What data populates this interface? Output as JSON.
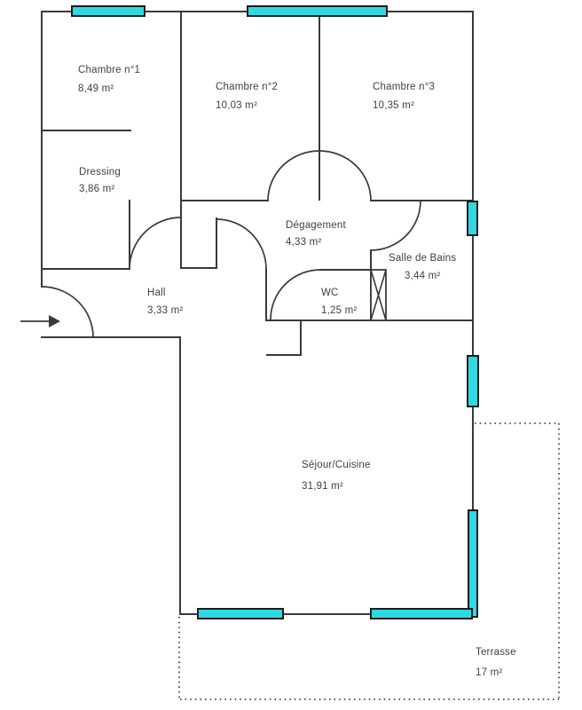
{
  "plan": {
    "type": "apartment-floor-plan",
    "rooms": [
      {
        "key": "chambre1",
        "name": "Chambre n°1",
        "area": "8,49  m²"
      },
      {
        "key": "chambre2",
        "name": "Chambre n°2",
        "area": "10,03  m²"
      },
      {
        "key": "chambre3",
        "name": "Chambre n°3",
        "area": "10,35  m²"
      },
      {
        "key": "dressing",
        "name": "Dressing",
        "area": "3,86  m²"
      },
      {
        "key": "degagement",
        "name": "Dégagement",
        "area": "4,33  m²"
      },
      {
        "key": "salle_de_bains",
        "name": "Salle de Bains",
        "area": "3,44  m²"
      },
      {
        "key": "hall",
        "name": "Hall",
        "area": "3,33  m²"
      },
      {
        "key": "wc",
        "name": "WC",
        "area": "1,25  m²"
      },
      {
        "key": "sejour_cuisine",
        "name": "Séjour/Cuisine",
        "area": "31,91  m²"
      },
      {
        "key": "terrasse",
        "name": "Terrasse",
        "area": "17  m²"
      }
    ],
    "colors": {
      "wall": "#3a3a3a",
      "window_fill": "#2fd9e2",
      "window_border": "#1c1c1c",
      "label_text": "#3f3f3f",
      "terrace_outline": "#4a4a4a",
      "background": "#ffffff"
    }
  }
}
